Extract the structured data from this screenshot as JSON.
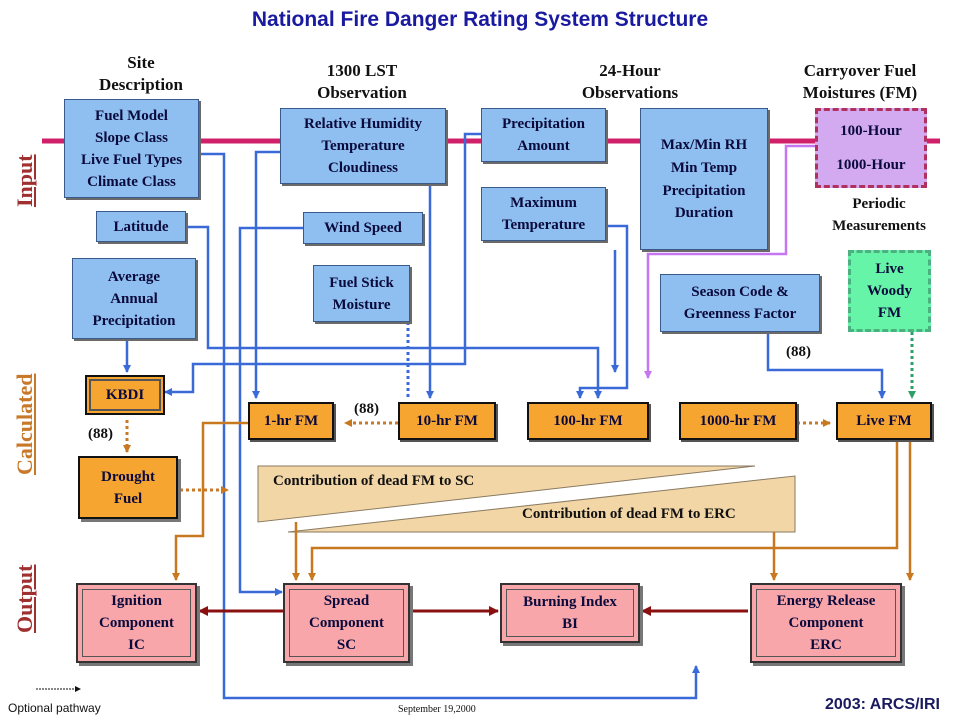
{
  "title": "National Fire Danger Rating System Structure",
  "colors": {
    "title": "#1a1aa0",
    "input_bar": "#d0206a",
    "input_box": "#8fbff0",
    "calc_box": "#f7a531",
    "output_box": "#f8a6aa",
    "blue_line": "#3a6ad8",
    "orange_line": "#c8781e",
    "dotted_line": "#c87828",
    "green_dotted": "#2e9e6a",
    "purple_line": "#c676f0",
    "dark_red_arrow": "#8a1010",
    "side_label": "#a03030"
  },
  "side_labels": {
    "input": "Input",
    "calculated": "Calculated",
    "output": "Output"
  },
  "headers": {
    "site": [
      "Site",
      "Description"
    ],
    "obs1300": [
      "1300 LST",
      "Observation"
    ],
    "obs24": [
      "24-Hour",
      "Observations"
    ],
    "carryover": [
      "Carryover Fuel",
      "Moistures (FM)"
    ]
  },
  "inputs": {
    "fuel_model": [
      "Fuel Model",
      "Slope Class",
      "Live Fuel Types",
      "Climate Class"
    ],
    "latitude": [
      "Latitude"
    ],
    "avg_precip": [
      "Average",
      "Annual",
      "Precipitation"
    ],
    "rh_temp": [
      "Relative Humidity",
      "Temperature",
      "Cloudiness"
    ],
    "wind_speed": [
      "Wind Speed"
    ],
    "fuel_stick": [
      "Fuel Stick",
      "Moisture"
    ],
    "precip_amount": [
      "Precipitation",
      "Amount"
    ],
    "max_temp": [
      "Maximum",
      "Temperature"
    ],
    "maxmin_rh": [
      "Max/Min RH",
      "",
      "Min Temp",
      "",
      "Precipitation",
      "Duration"
    ],
    "hour_fm": [
      "100-Hour",
      "",
      "1000-Hour"
    ],
    "periodic": [
      "Periodic",
      "Measurements"
    ],
    "season_code": [
      "Season Code &",
      "Greenness Factor"
    ],
    "live_woody": [
      "Live",
      "Woody",
      "FM"
    ]
  },
  "calculated": {
    "kbdi": "KBDI",
    "drought_fuel": [
      "Drought",
      "Fuel"
    ],
    "fm_1hr": "1-hr FM",
    "fm_10hr": "10-hr FM",
    "fm_100hr": "100-hr FM",
    "fm_1000hr": "1000-hr FM",
    "live_fm": "Live FM"
  },
  "annotations": {
    "kbdi_88": "(88)",
    "fm_88": "(88)",
    "season_88": "(88)"
  },
  "contributions": {
    "sc": "Contribution of dead FM to SC",
    "erc": "Contribution of dead FM to ERC"
  },
  "outputs": {
    "ignition": [
      "Ignition",
      "Component",
      "IC"
    ],
    "spread": [
      "Spread",
      "Component",
      "SC"
    ],
    "burning": [
      "Burning Index",
      "BI"
    ],
    "energy": [
      "Energy Release",
      "Component",
      "ERC"
    ]
  },
  "footer": {
    "legend": "Optional pathway",
    "date": "September 19,2000",
    "credit": "2003: ARCS/IRI"
  }
}
